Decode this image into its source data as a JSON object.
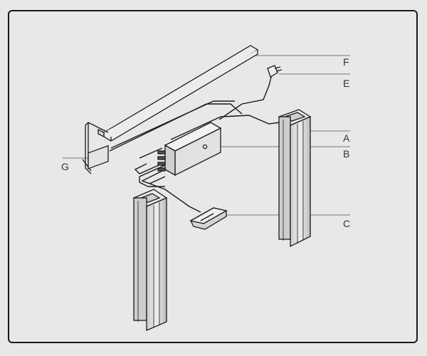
{
  "labels": {
    "a": "A",
    "b": "B",
    "c": "C",
    "e": "E",
    "f": "F",
    "g": "G"
  },
  "icons": {
    "column_right": "leg-column-icon",
    "column_left": "leg-column-icon",
    "control_box": "control-box-icon",
    "handset": "hand-switch-icon",
    "plug": "power-plug-icon",
    "cable_tray": "cable-tray-icon",
    "bracket": "mounting-bracket-icon"
  },
  "colors": {
    "background": "#e8e8e8",
    "line": "#1a1a1a",
    "column_fill": "#dedede"
  }
}
